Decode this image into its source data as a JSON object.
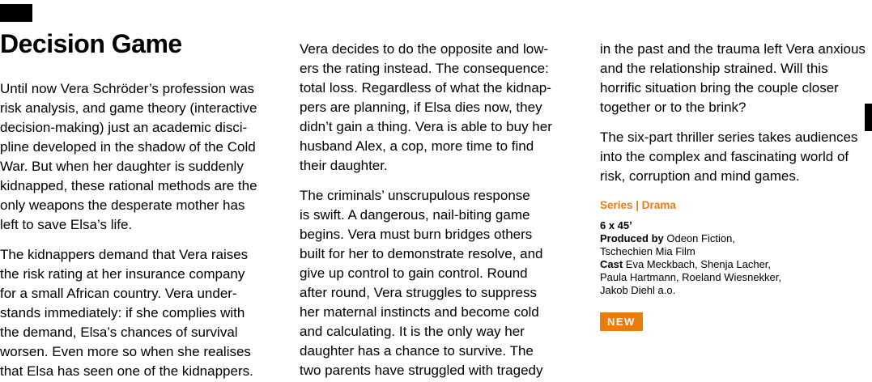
{
  "title": "Decision Game",
  "colors": {
    "accent": "#e87d0e",
    "badge_background": "#e87d0e",
    "badge_text": "#ffffff",
    "body_text": "#000000"
  },
  "columns": [
    {
      "paragraphs": [
        {
          "lines": [
            "Until now Vera Schröder’s profession was",
            "risk analysis, and game theory (interactive",
            "decision-making) just an academic disci-",
            "pline developed in the shadow of the Cold",
            "War. But when her daughter is suddenly",
            "kidnapped, these rational methods are the",
            "only weapons the desperate mother has",
            "left to save Elsa’s life."
          ]
        },
        {
          "lines": [
            "The kidnappers demand that Vera raises",
            "the risk rating at her insurance company",
            "for a small African country. Vera under-",
            "stands immediately: if she complies with",
            "the demand, Elsa’s chances of survival",
            "worsen. Even more so when she realises",
            "that Elsa has seen one of the kidnappers."
          ]
        }
      ]
    },
    {
      "paragraphs": [
        {
          "lines": [
            "Vera decides to do the opposite and low-",
            "ers the rating instead. The consequence:",
            "total loss. Regardless of what the kidnap-",
            "pers are planning, if Elsa dies now, they",
            "didn’t gain a thing. Vera is able to buy her",
            "husband Alex, a cop, more time to find",
            "their daughter."
          ]
        },
        {
          "lines": [
            "The criminals’ unscrupulous response",
            "is swift. A dangerous, nail-biting game",
            "begins. Vera must burn bridges others",
            "built for her to demonstrate resolve, and",
            "give up control to gain control. Round",
            "after round, Vera struggles to suppress",
            "her maternal instincts and become cold",
            "and calculating. It is the only way her",
            "daughter has a chance to survive. The",
            "two parents have struggled with tragedy"
          ]
        }
      ]
    },
    {
      "paragraphs": [
        {
          "lines": [
            "in the past and the trauma left Vera anxious",
            "and the relationship strained. Will this",
            "horrific situation bring the couple closer",
            "together or to the brink?"
          ]
        },
        {
          "lines": [
            "The six-part thriller series takes audiences",
            "into the complex and fascinating world of",
            "risk, corruption and mind games."
          ]
        }
      ]
    }
  ],
  "genre": {
    "label": "Series | Drama"
  },
  "credits": {
    "lines": [
      {
        "bold": "6 x 45’",
        "text": ""
      },
      {
        "bold": "Produced by",
        "text": " Odeon Fiction,"
      },
      {
        "bold": "",
        "text": "Tschechien Mia Film"
      },
      {
        "bold": "Cast",
        "text": " Eva Meckbach, Shenja Lacher,"
      },
      {
        "bold": "",
        "text": "Paula Hartmann, Roeland Wiesnekker,"
      },
      {
        "bold": "",
        "text": "Jakob Diehl a.o."
      }
    ]
  },
  "badge": {
    "label": "NEW"
  }
}
